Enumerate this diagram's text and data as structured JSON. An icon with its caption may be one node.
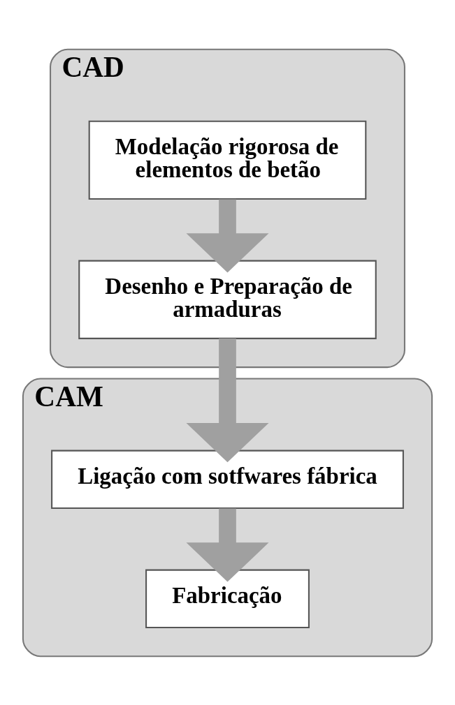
{
  "diagram": {
    "nodes": [
      {
        "text": [
          "CAD"
        ]
      },
      {
        "text": [
          "Modelação rigorosa de elementos de betão"
        ],
        "in": 0
      },
      {
        "text": [
          "Desenho e Preparação de armaduras"
        ],
        "in": 0
      },
      {
        "text": [
          "CAM"
        ]
      },
      {
        "text": [
          "Ligação com sotfwares fábrica"
        ],
        "in": 3
      },
      {
        "text": [
          "Fabricação"
        ],
        "in": 3
      }
    ],
    "edges": [
      {
        "from": 1,
        "to": 2,
        "arrow": "to"
      },
      {
        "from": 2,
        "to": 4,
        "arrow": "to"
      },
      {
        "from": 4,
        "to": 5,
        "arrow": "to"
      }
    ]
  }
}
